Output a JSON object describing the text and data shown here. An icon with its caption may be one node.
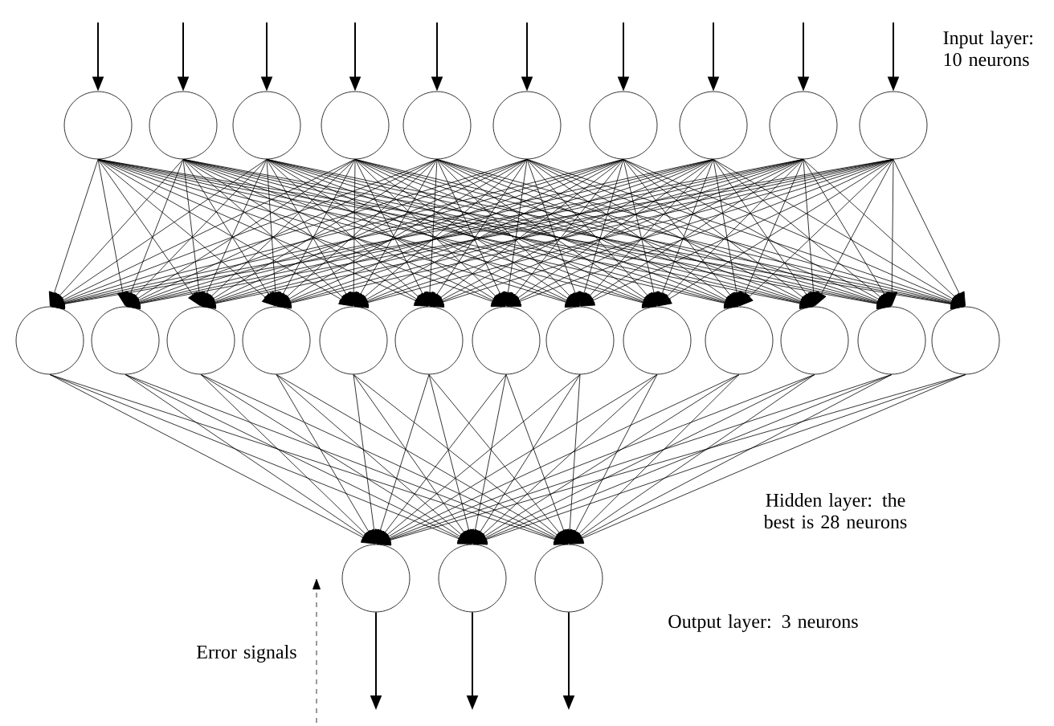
{
  "diagram": {
    "nodes": [
      {
        "text": [],
        "shape": "circle"
      },
      {
        "text": [],
        "shape": "circle"
      },
      {
        "text": [],
        "shape": "circle"
      },
      {
        "text": [],
        "shape": "circle"
      },
      {
        "text": [],
        "shape": "circle"
      },
      {
        "text": [],
        "shape": "circle"
      },
      {
        "text": [],
        "shape": "circle"
      },
      {
        "text": [],
        "shape": "circle"
      },
      {
        "text": [],
        "shape": "circle"
      },
      {
        "text": [],
        "shape": "circle"
      },
      {
        "text": [],
        "shape": "circle"
      },
      {
        "text": [],
        "shape": "circle"
      },
      {
        "text": [],
        "shape": "circle"
      },
      {
        "text": [],
        "shape": "circle"
      },
      {
        "text": [],
        "shape": "circle"
      },
      {
        "text": [],
        "shape": "circle"
      },
      {
        "text": [],
        "shape": "circle"
      },
      {
        "text": [],
        "shape": "circle"
      },
      {
        "text": [],
        "shape": "circle"
      },
      {
        "text": [],
        "shape": "circle"
      },
      {
        "text": [],
        "shape": "circle"
      },
      {
        "text": [],
        "shape": "circle"
      },
      {
        "text": [],
        "shape": "circle"
      },
      {
        "text": [],
        "shape": "circle"
      },
      {
        "text": [],
        "shape": "circle"
      },
      {
        "text": [],
        "shape": "circle"
      }
    ],
    "edges": [
      {
        "from": null,
        "to": 0,
        "arrow": "to"
      },
      {
        "from": null,
        "to": 1,
        "arrow": "to"
      },
      {
        "from": null,
        "to": 2,
        "arrow": "to"
      },
      {
        "from": null,
        "to": 3,
        "arrow": "to"
      },
      {
        "from": null,
        "to": 4,
        "arrow": "to"
      },
      {
        "from": null,
        "to": 5,
        "arrow": "to"
      },
      {
        "from": null,
        "to": 6,
        "arrow": "to"
      },
      {
        "from": null,
        "to": 7,
        "arrow": "to"
      },
      {
        "from": null,
        "to": 8,
        "arrow": "to"
      },
      {
        "from": null,
        "to": 9,
        "arrow": "to"
      },
      {
        "from": 0,
        "to": 10,
        "arrow": "to"
      },
      {
        "from": 0,
        "to": 11,
        "arrow": "to"
      },
      {
        "from": 0,
        "to": 12,
        "arrow": "to"
      },
      {
        "from": 0,
        "to": 13,
        "arrow": "to"
      },
      {
        "from": 0,
        "to": 14,
        "arrow": "to"
      },
      {
        "from": 0,
        "to": 15,
        "arrow": "to"
      },
      {
        "from": 0,
        "to": 16,
        "arrow": "to"
      },
      {
        "from": 0,
        "to": 17,
        "arrow": "to"
      },
      {
        "from": 0,
        "to": 18,
        "arrow": "to"
      },
      {
        "from": 0,
        "to": 19,
        "arrow": "to"
      },
      {
        "from": 0,
        "to": 20,
        "arrow": "to"
      },
      {
        "from": 0,
        "to": 21,
        "arrow": "to"
      },
      {
        "from": 0,
        "to": 22,
        "arrow": "to"
      },
      {
        "from": 1,
        "to": 10,
        "arrow": "to"
      },
      {
        "from": 1,
        "to": 11,
        "arrow": "to"
      },
      {
        "from": 1,
        "to": 12,
        "arrow": "to"
      },
      {
        "from": 1,
        "to": 13,
        "arrow": "to"
      },
      {
        "from": 1,
        "to": 14,
        "arrow": "to"
      },
      {
        "from": 1,
        "to": 15,
        "arrow": "to"
      },
      {
        "from": 1,
        "to": 16,
        "arrow": "to"
      },
      {
        "from": 1,
        "to": 17,
        "arrow": "to"
      },
      {
        "from": 1,
        "to": 18,
        "arrow": "to"
      },
      {
        "from": 1,
        "to": 19,
        "arrow": "to"
      },
      {
        "from": 1,
        "to": 20,
        "arrow": "to"
      },
      {
        "from": 1,
        "to": 21,
        "arrow": "to"
      },
      {
        "from": 1,
        "to": 22,
        "arrow": "to"
      },
      {
        "from": 2,
        "to": 10,
        "arrow": "to"
      },
      {
        "from": 2,
        "to": 11,
        "arrow": "to"
      },
      {
        "from": 2,
        "to": 12,
        "arrow": "to"
      },
      {
        "from": 2,
        "to": 13,
        "arrow": "to"
      },
      {
        "from": 2,
        "to": 14,
        "arrow": "to"
      },
      {
        "from": 2,
        "to": 15,
        "arrow": "to"
      },
      {
        "from": 2,
        "to": 16,
        "arrow": "to"
      },
      {
        "from": 2,
        "to": 17,
        "arrow": "to"
      },
      {
        "from": 2,
        "to": 18,
        "arrow": "to"
      },
      {
        "from": 2,
        "to": 19,
        "arrow": "to"
      },
      {
        "from": 2,
        "to": 20,
        "arrow": "to"
      },
      {
        "from": 2,
        "to": 21,
        "arrow": "to"
      },
      {
        "from": 2,
        "to": 22,
        "arrow": "to"
      },
      {
        "from": 3,
        "to": 10,
        "arrow": "to"
      },
      {
        "from": 3,
        "to": 11,
        "arrow": "to"
      },
      {
        "from": 3,
        "to": 12,
        "arrow": "to"
      },
      {
        "from": 3,
        "to": 13,
        "arrow": "to"
      },
      {
        "from": 3,
        "to": 14,
        "arrow": "to"
      },
      {
        "from": 3,
        "to": 15,
        "arrow": "to"
      },
      {
        "from": 3,
        "to": 16,
        "arrow": "to"
      },
      {
        "from": 3,
        "to": 17,
        "arrow": "to"
      },
      {
        "from": 3,
        "to": 18,
        "arrow": "to"
      },
      {
        "from": 3,
        "to": 19,
        "arrow": "to"
      },
      {
        "from": 3,
        "to": 20,
        "arrow": "to"
      },
      {
        "from": 3,
        "to": 21,
        "arrow": "to"
      },
      {
        "from": 3,
        "to": 22,
        "arrow": "to"
      },
      {
        "from": 4,
        "to": 10,
        "arrow": "to"
      },
      {
        "from": 4,
        "to": 11,
        "arrow": "to"
      },
      {
        "from": 4,
        "to": 12,
        "arrow": "to"
      },
      {
        "from": 4,
        "to": 13,
        "arrow": "to"
      },
      {
        "from": 4,
        "to": 14,
        "arrow": "to"
      },
      {
        "from": 4,
        "to": 15,
        "arrow": "to"
      },
      {
        "from": 4,
        "to": 16,
        "arrow": "to"
      },
      {
        "from": 4,
        "to": 17,
        "arrow": "to"
      },
      {
        "from": 4,
        "to": 18,
        "arrow": "to"
      },
      {
        "from": 4,
        "to": 19,
        "arrow": "to"
      },
      {
        "from": 4,
        "to": 20,
        "arrow": "to"
      },
      {
        "from": 4,
        "to": 21,
        "arrow": "to"
      },
      {
        "from": 4,
        "to": 22,
        "arrow": "to"
      },
      {
        "from": 5,
        "to": 10,
        "arrow": "to"
      },
      {
        "from": 5,
        "to": 11,
        "arrow": "to"
      },
      {
        "from": 5,
        "to": 12,
        "arrow": "to"
      },
      {
        "from": 5,
        "to": 13,
        "arrow": "to"
      },
      {
        "from": 5,
        "to": 14,
        "arrow": "to"
      },
      {
        "from": 5,
        "to": 15,
        "arrow": "to"
      },
      {
        "from": 5,
        "to": 16,
        "arrow": "to"
      },
      {
        "from": 5,
        "to": 17,
        "arrow": "to"
      },
      {
        "from": 5,
        "to": 18,
        "arrow": "to"
      },
      {
        "from": 5,
        "to": 19,
        "arrow": "to"
      },
      {
        "from": 5,
        "to": 20,
        "arrow": "to"
      },
      {
        "from": 5,
        "to": 21,
        "arrow": "to"
      },
      {
        "from": 5,
        "to": 22,
        "arrow": "to"
      },
      {
        "from": 6,
        "to": 10,
        "arrow": "to"
      },
      {
        "from": 6,
        "to": 11,
        "arrow": "to"
      },
      {
        "from": 6,
        "to": 12,
        "arrow": "to"
      },
      {
        "from": 6,
        "to": 13,
        "arrow": "to"
      },
      {
        "from": 6,
        "to": 14,
        "arrow": "to"
      },
      {
        "from": 6,
        "to": 15,
        "arrow": "to"
      },
      {
        "from": 6,
        "to": 16,
        "arrow": "to"
      },
      {
        "from": 6,
        "to": 17,
        "arrow": "to"
      },
      {
        "from": 6,
        "to": 18,
        "arrow": "to"
      },
      {
        "from": 6,
        "to": 19,
        "arrow": "to"
      },
      {
        "from": 6,
        "to": 20,
        "arrow": "to"
      },
      {
        "from": 6,
        "to": 21,
        "arrow": "to"
      },
      {
        "from": 6,
        "to": 22,
        "arrow": "to"
      },
      {
        "from": 7,
        "to": 10,
        "arrow": "to"
      },
      {
        "from": 7,
        "to": 11,
        "arrow": "to"
      },
      {
        "from": 7,
        "to": 12,
        "arrow": "to"
      },
      {
        "from": 7,
        "to": 13,
        "arrow": "to"
      },
      {
        "from": 7,
        "to": 14,
        "arrow": "to"
      },
      {
        "from": 7,
        "to": 15,
        "arrow": "to"
      },
      {
        "from": 7,
        "to": 16,
        "arrow": "to"
      },
      {
        "from": 7,
        "to": 17,
        "arrow": "to"
      },
      {
        "from": 7,
        "to": 18,
        "arrow": "to"
      },
      {
        "from": 7,
        "to": 19,
        "arrow": "to"
      },
      {
        "from": 7,
        "to": 20,
        "arrow": "to"
      },
      {
        "from": 7,
        "to": 21,
        "arrow": "to"
      },
      {
        "from": 7,
        "to": 22,
        "arrow": "to"
      },
      {
        "from": 8,
        "to": 10,
        "arrow": "to"
      },
      {
        "from": 8,
        "to": 11,
        "arrow": "to"
      },
      {
        "from": 8,
        "to": 12,
        "arrow": "to"
      },
      {
        "from": 8,
        "to": 13,
        "arrow": "to"
      },
      {
        "from": 8,
        "to": 14,
        "arrow": "to"
      },
      {
        "from": 8,
        "to": 15,
        "arrow": "to"
      },
      {
        "from": 8,
        "to": 16,
        "arrow": "to"
      },
      {
        "from": 8,
        "to": 17,
        "arrow": "to"
      },
      {
        "from": 8,
        "to": 18,
        "arrow": "to"
      },
      {
        "from": 8,
        "to": 19,
        "arrow": "to"
      },
      {
        "from": 8,
        "to": 20,
        "arrow": "to"
      },
      {
        "from": 8,
        "to": 21,
        "arrow": "to"
      },
      {
        "from": 8,
        "to": 22,
        "arrow": "to"
      },
      {
        "from": 9,
        "to": 10,
        "arrow": "to"
      },
      {
        "from": 9,
        "to": 11,
        "arrow": "to"
      },
      {
        "from": 9,
        "to": 12,
        "arrow": "to"
      },
      {
        "from": 9,
        "to": 13,
        "arrow": "to"
      },
      {
        "from": 9,
        "to": 14,
        "arrow": "to"
      },
      {
        "from": 9,
        "to": 15,
        "arrow": "to"
      },
      {
        "from": 9,
        "to": 16,
        "arrow": "to"
      },
      {
        "from": 9,
        "to": 17,
        "arrow": "to"
      },
      {
        "from": 9,
        "to": 18,
        "arrow": "to"
      },
      {
        "from": 9,
        "to": 19,
        "arrow": "to"
      },
      {
        "from": 9,
        "to": 20,
        "arrow": "to"
      },
      {
        "from": 9,
        "to": 21,
        "arrow": "to"
      },
      {
        "from": 9,
        "to": 22,
        "arrow": "to"
      },
      {
        "from": 10,
        "to": 23,
        "arrow": "to"
      },
      {
        "from": 10,
        "to": 24,
        "arrow": "to"
      },
      {
        "from": 10,
        "to": 25,
        "arrow": "to"
      },
      {
        "from": 11,
        "to": 23,
        "arrow": "to"
      },
      {
        "from": 11,
        "to": 24,
        "arrow": "to"
      },
      {
        "from": 11,
        "to": 25,
        "arrow": "to"
      },
      {
        "from": 12,
        "to": 23,
        "arrow": "to"
      },
      {
        "from": 12,
        "to": 24,
        "arrow": "to"
      },
      {
        "from": 12,
        "to": 25,
        "arrow": "to"
      },
      {
        "from": 13,
        "to": 23,
        "arrow": "to"
      },
      {
        "from": 13,
        "to": 24,
        "arrow": "to"
      },
      {
        "from": 13,
        "to": 25,
        "arrow": "to"
      },
      {
        "from": 14,
        "to": 23,
        "arrow": "to"
      },
      {
        "from": 14,
        "to": 24,
        "arrow": "to"
      },
      {
        "from": 14,
        "to": 25,
        "arrow": "to"
      },
      {
        "from": 15,
        "to": 23,
        "arrow": "to"
      },
      {
        "from": 15,
        "to": 24,
        "arrow": "to"
      },
      {
        "from": 15,
        "to": 25,
        "arrow": "to"
      },
      {
        "from": 16,
        "to": 23,
        "arrow": "to"
      },
      {
        "from": 16,
        "to": 24,
        "arrow": "to"
      },
      {
        "from": 16,
        "to": 25,
        "arrow": "to"
      },
      {
        "from": 17,
        "to": 23,
        "arrow": "to"
      },
      {
        "from": 17,
        "to": 24,
        "arrow": "to"
      },
      {
        "from": 17,
        "to": 25,
        "arrow": "to"
      },
      {
        "from": 18,
        "to": 23,
        "arrow": "to"
      },
      {
        "from": 18,
        "to": 24,
        "arrow": "to"
      },
      {
        "from": 18,
        "to": 25,
        "arrow": "to"
      },
      {
        "from": 19,
        "to": 23,
        "arrow": "to"
      },
      {
        "from": 19,
        "to": 24,
        "arrow": "to"
      },
      {
        "from": 19,
        "to": 25,
        "arrow": "to"
      },
      {
        "from": 20,
        "to": 23,
        "arrow": "to"
      },
      {
        "from": 20,
        "to": 24,
        "arrow": "to"
      },
      {
        "from": 20,
        "to": 25,
        "arrow": "to"
      },
      {
        "from": 21,
        "to": 23,
        "arrow": "to"
      },
      {
        "from": 21,
        "to": 24,
        "arrow": "to"
      },
      {
        "from": 21,
        "to": 25,
        "arrow": "to"
      },
      {
        "from": 22,
        "to": 23,
        "arrow": "to"
      },
      {
        "from": 22,
        "to": 24,
        "arrow": "to"
      },
      {
        "from": 22,
        "to": 25,
        "arrow": "to"
      },
      {
        "from": 23,
        "to": null,
        "arrow": "to"
      },
      {
        "from": 24,
        "to": null,
        "arrow": "to"
      },
      {
        "from": 25,
        "to": null,
        "arrow": "to"
      }
    ],
    "labels": [
      "Input layer: 10 neurons",
      "Hidden layer: the best is 28 neurons",
      "Output layer: 3 neurons",
      "Error signals"
    ]
  }
}
